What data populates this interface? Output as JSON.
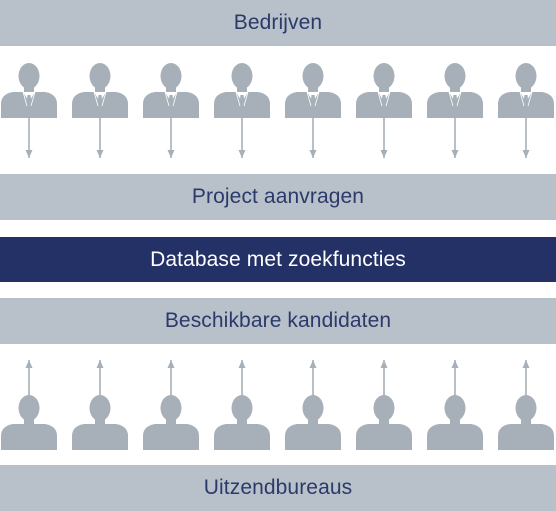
{
  "labels": {
    "companies": "Bedrijven",
    "project_requests": "Project aanvragen",
    "database": "Database met zoekfuncties",
    "available_candidates": "Beschikbare kandidaten",
    "staffing_agencies": "Uitzendbureaus"
  },
  "icons": {
    "top_row": "business-person-icon",
    "bottom_row": "person-icon",
    "top_arrow": "arrow-down-icon",
    "bottom_arrow": "arrow-up-icon"
  },
  "colors": {
    "light_bar": "#b8c1c9",
    "dark_bar": "#233167",
    "label_text": "#2b3a6b",
    "person": "#a7b0b8",
    "arrow": "#a7b0b8"
  }
}
